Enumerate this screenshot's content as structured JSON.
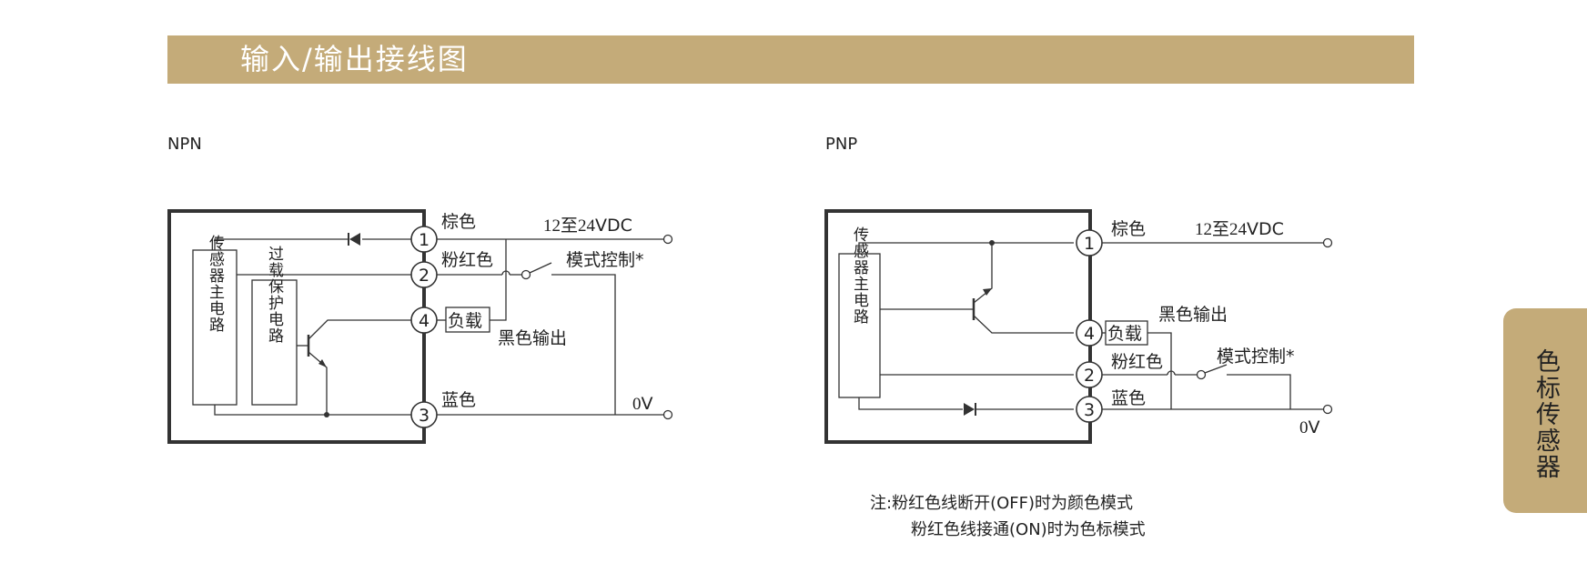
{
  "header": {
    "title": "输入/输出接线图"
  },
  "npn": {
    "title": "NPN",
    "wire_brown": "棕色",
    "wire_pink": "粉红色",
    "wire_blue": "蓝色",
    "wire_black_output": "黑色输出",
    "supply_num1": "12",
    "supply_to": "至",
    "supply_num2": "24",
    "supply_unit": "VDC",
    "zero_num": "0",
    "zero_unit": "V",
    "mode_control": "模式控制*",
    "load": "负载",
    "main_circuit": "传感器主电路",
    "protection_circuit": "过载保护电路",
    "pins": [
      "1",
      "2",
      "4",
      "3"
    ]
  },
  "pnp": {
    "title": "PNP",
    "wire_brown": "棕色",
    "wire_pink": "粉红色",
    "wire_blue": "蓝色",
    "wire_black_output": "黑色输出",
    "supply_num1": "12",
    "supply_to": "至",
    "supply_num2": "24",
    "supply_unit": "VDC",
    "zero_num": "0",
    "zero_unit": "V",
    "mode_control": "模式控制*",
    "load": "负载",
    "main_circuit": "传感器主电路",
    "pins": [
      "1",
      "4",
      "2",
      "3"
    ]
  },
  "note": {
    "line1": "注:粉红色线断开(OFF)时为颜色模式",
    "line2": "粉红色线接通(ON)时为色标模式"
  },
  "side_tab": {
    "label": "色标传感器"
  },
  "colors": {
    "accent": "#c4ab79",
    "line": "#333333"
  }
}
